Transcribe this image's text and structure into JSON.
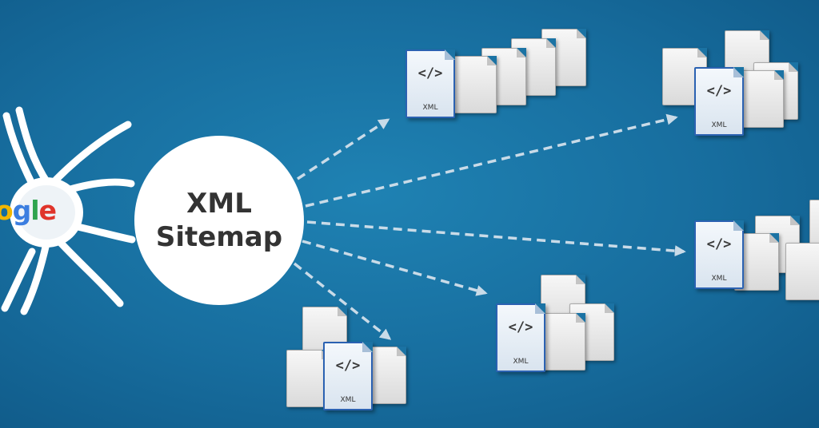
{
  "hub": {
    "line1": "XML",
    "line2": "Sitemap"
  },
  "spider": {
    "icon": "spider-icon",
    "logo_text": "ogle",
    "letters": [
      {
        "char": "o",
        "color": "#f2b600"
      },
      {
        "char": "g",
        "color": "#3b7ee0"
      },
      {
        "char": "l",
        "color": "#2fa44f"
      },
      {
        "char": "e",
        "color": "#e0342b"
      }
    ]
  },
  "documents": {
    "xml_label": "XML",
    "code_glyph": "</>",
    "clusters": [
      {
        "name": "cluster-top"
      },
      {
        "name": "cluster-top-right"
      },
      {
        "name": "cluster-right"
      },
      {
        "name": "cluster-middle"
      },
      {
        "name": "cluster-bottom"
      }
    ]
  },
  "colors": {
    "background": "#176d9e",
    "hub": "#ffffff",
    "hub_text": "#333333",
    "arrows": "#c9dbe8",
    "spider": "#ffffff",
    "xml_border": "#2b62b2"
  }
}
